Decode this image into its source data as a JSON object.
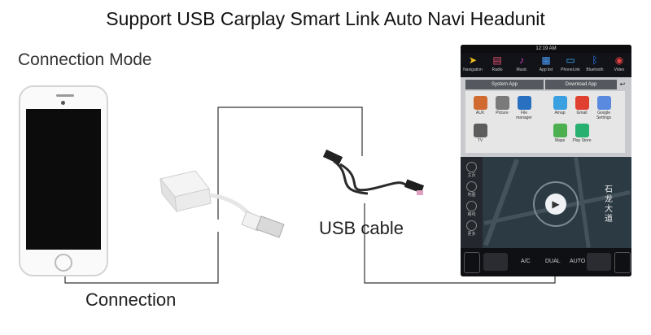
{
  "title": "Support USB Carplay Smart Link Auto Navi Headunit",
  "labels": {
    "connection_mode": "Connection Mode",
    "connection": "Connection",
    "usb_cable": "USB cable"
  },
  "headunit": {
    "time": "12:19 AM",
    "top_icons": [
      {
        "label": "Navigation",
        "icon": "navigation-icon",
        "color": "#f0c020",
        "glyph": "➤"
      },
      {
        "label": "Radio",
        "icon": "radio-icon",
        "color": "#e05070",
        "glyph": "▤"
      },
      {
        "label": "Music",
        "icon": "music-icon",
        "color": "#d040c0",
        "glyph": "♪"
      },
      {
        "label": "App list",
        "icon": "app-list-icon",
        "color": "#4aa0ff",
        "glyph": "▦"
      },
      {
        "label": "PhoneLink",
        "icon": "phonelink-icon",
        "color": "#40b0ff",
        "glyph": "▭"
      },
      {
        "label": "Bluetooth",
        "icon": "bluetooth-icon",
        "color": "#3080ff",
        "glyph": "ᛒ"
      },
      {
        "label": "Video",
        "icon": "video-icon",
        "color": "#e04040",
        "glyph": "◉"
      }
    ],
    "tabs": [
      "System App",
      "Download App"
    ],
    "system_apps": [
      {
        "label": "AUX",
        "color": "#d06a30"
      },
      {
        "label": "Picture",
        "color": "#7a7a7a"
      },
      {
        "label": "File manager",
        "color": "#2a70c0"
      },
      {
        "label": "TV",
        "color": "#5c5c5c"
      }
    ],
    "download_apps": [
      {
        "label": "Amap",
        "color": "#3aa0e0"
      },
      {
        "label": "Gmail",
        "color": "#e04030"
      },
      {
        "label": "Google Settings",
        "color": "#5a8ae0"
      },
      {
        "label": "Maps",
        "color": "#4caf50"
      },
      {
        "label": "Play Store",
        "color": "#28b070"
      }
    ],
    "map_side": [
      "主页",
      "地图",
      "路线",
      "更多"
    ],
    "map_text": "石龙大道",
    "climate": [
      "A/C",
      "DUAL",
      "AUTO"
    ]
  }
}
